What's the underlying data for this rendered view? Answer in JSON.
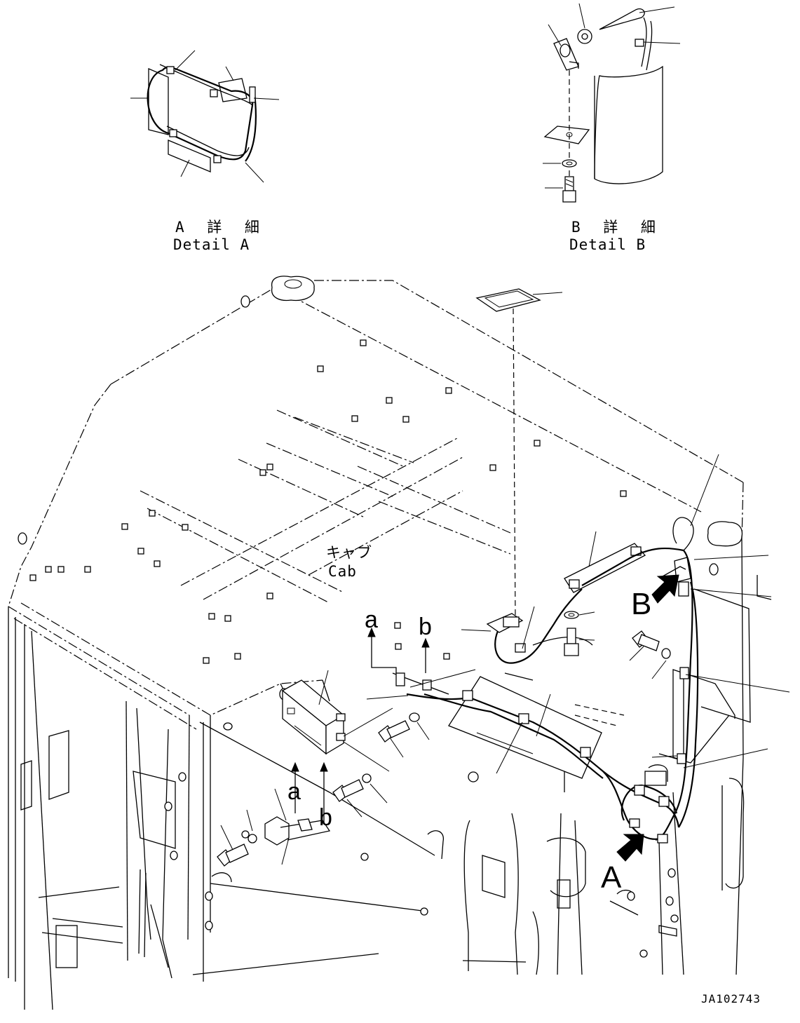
{
  "detail_a": {
    "label_jp": "A 詳 細",
    "label_en": "Detail A"
  },
  "detail_b": {
    "label_jp": "B 詳 細",
    "label_en": "Detail B"
  },
  "cab_label": {
    "jp": "キャブ",
    "en": "Cab"
  },
  "view_markers": {
    "a_upper": "a",
    "b_upper": "b",
    "a_lower": "a",
    "b_lower": "b",
    "A": "A",
    "B": "B"
  },
  "drawing_number": "JA102743",
  "icons": [
    "view-arrow-icon",
    "leader-arrow-icon"
  ]
}
